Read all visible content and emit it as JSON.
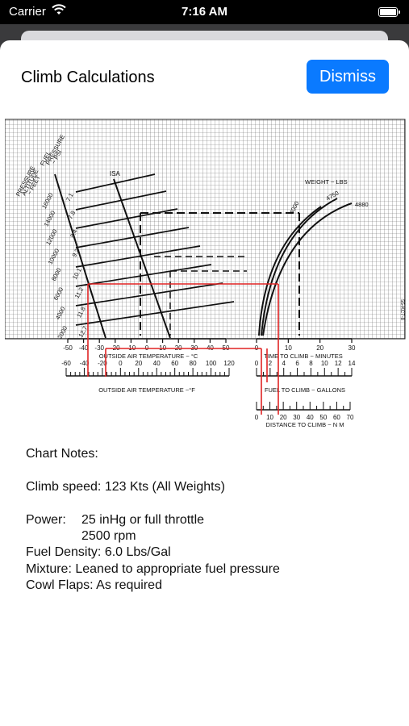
{
  "status_bar": {
    "carrier": "Carrier",
    "time": "7:16 AM"
  },
  "sheet": {
    "title": "Climb Calculations",
    "dismiss_label": "Dismiss"
  },
  "chart_labels": {
    "pressure_alt": [
      "PRESSURE",
      "ALTITUDE",
      "~ FEET"
    ],
    "fuel_pressure": [
      "FUEL",
      "PRESSURE",
      "~ PSI"
    ],
    "isa": "ISA",
    "weight": "WEIGHT ~ LBS",
    "weights": [
      "4000",
      "4750",
      "4880"
    ],
    "altitudes": [
      {
        "alt": "16000",
        "psi": "7.1"
      },
      {
        "alt": "14000",
        "psi": "7.8"
      },
      {
        "alt": "12000",
        "psi": "8.4"
      },
      {
        "alt": "10000",
        "psi": "9.2"
      },
      {
        "alt": "8000",
        "psi": "10.1"
      },
      {
        "alt": "6000",
        "psi": "11.2"
      },
      {
        "alt": "4000",
        "psi": "11.8"
      },
      {
        "alt": "2000",
        "psi": "12.7"
      }
    ],
    "oat_c_ticks": [
      "-50",
      "-40",
      "-30",
      "-20",
      "-10",
      "0",
      "10",
      "20",
      "30",
      "40",
      "50"
    ],
    "oat_c_label": "OUTSIDE AIR TEMPERATURE ~ °C",
    "oat_f_ticks": [
      "-60",
      "-40",
      "-20",
      "0",
      "20",
      "40",
      "60",
      "80",
      "100",
      "120"
    ],
    "oat_f_label": "OUTSIDE AIR TEMPERATURE ~°F",
    "time_ticks": [
      "0",
      "10",
      "20",
      "30"
    ],
    "time_label": "TIME TO CLIMB ~ MINUTES",
    "fuel_ticks": [
      "0",
      "2",
      "4",
      "6",
      "8",
      "10",
      "12",
      "14"
    ],
    "fuel_label": "FUEL TO CLIMB ~ GALLONS",
    "dist_ticks": [
      "0",
      "10",
      "20",
      "30",
      "40",
      "50",
      "60",
      "70"
    ],
    "dist_label": "DISTANCE TO CLIMB ~ N M",
    "figure_code": "55-KC7-8"
  },
  "notes": {
    "header": "Chart Notes:",
    "climb_speed": "Climb speed: 123 Kts (All Weights)",
    "power_label": "Power:",
    "power_1": "25 inHg or full throttle",
    "power_2": "2500 rpm",
    "fuel_density": "Fuel Density: 6.0 Lbs/Gal",
    "mixture": "Mixture: Leaned to appropriate fuel pressure",
    "cowl_flaps": "Cowl Flaps: As required"
  }
}
